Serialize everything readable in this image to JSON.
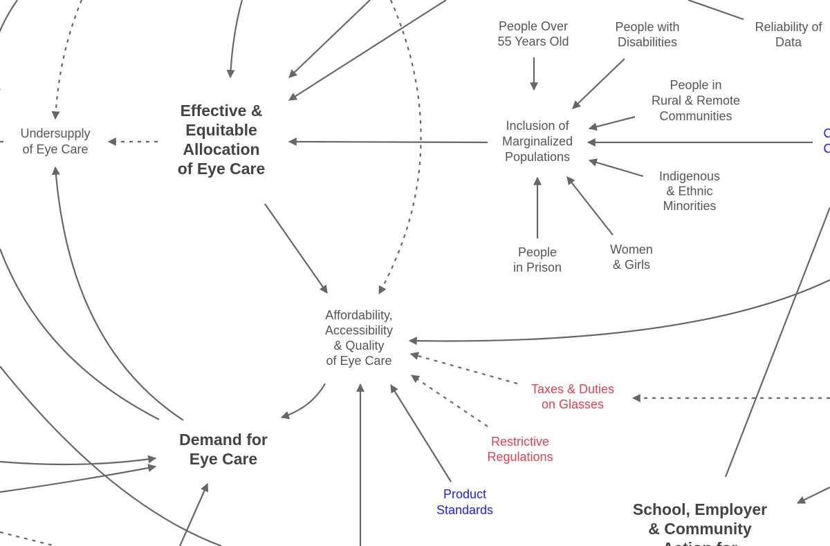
{
  "colors": {
    "text": "#555555",
    "edge": "#666666",
    "red": "#e0404f",
    "blue": "#1a1aff"
  },
  "nodes": {
    "undersupply": [
      "Undersupply",
      "of Eye Care"
    ],
    "effective": [
      "Effective &",
      "Equitable",
      "Allocation",
      "of Eye Care"
    ],
    "inclusion": [
      "Inclusion of",
      "Marginalized",
      "Populations"
    ],
    "over55": [
      "People Over",
      "55 Years Old"
    ],
    "disabilities": [
      "People with",
      "Disabilities"
    ],
    "reliability": [
      "Reliability of",
      "Data"
    ],
    "rural": [
      "People in",
      "Rural & Remote",
      "Communities"
    ],
    "partial_blue": [
      "C",
      "C"
    ],
    "indigenous": [
      "Indigenous",
      "& Ethnic",
      "Minorities"
    ],
    "prison": [
      "People",
      "in Prison"
    ],
    "women": [
      "Women",
      "& Girls"
    ],
    "affordability": [
      "Affordability,",
      "Accessibility",
      "& Quality",
      "of Eye Care"
    ],
    "taxes": [
      "Taxes & Duties",
      "on Glasses"
    ],
    "regulations": [
      "Restrictive",
      "Regulations"
    ],
    "standards": [
      "Product",
      "Standards"
    ],
    "demand": [
      "Demand for",
      "Eye Care"
    ],
    "school": [
      "School, Employer",
      "& Community",
      "Action for"
    ]
  }
}
